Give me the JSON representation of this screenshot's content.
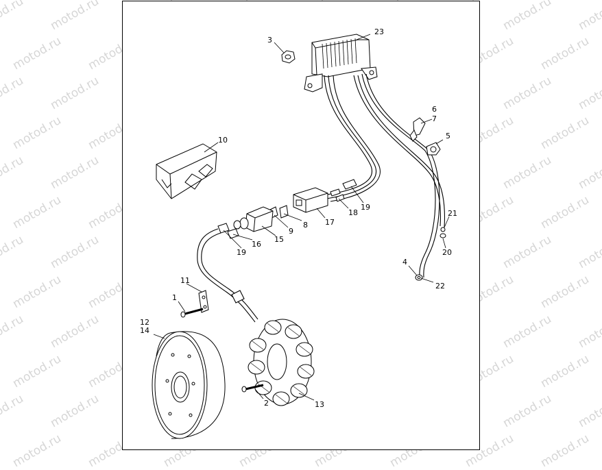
{
  "watermark": "motod.ru",
  "callouts": {
    "c1": "1",
    "c2": "2",
    "c3": "3",
    "c4": "4",
    "c5": "5",
    "c6": "6",
    "c7": "7",
    "c8": "8",
    "c9": "9",
    "c10": "10",
    "c11": "11",
    "c12": "12",
    "c13": "13",
    "c14": "14",
    "c15": "15",
    "c16": "16",
    "c17": "17",
    "c18": "18",
    "c19a": "19",
    "c19b": "19",
    "c20": "20",
    "c21": "21",
    "c22": "22",
    "c23": "23"
  }
}
